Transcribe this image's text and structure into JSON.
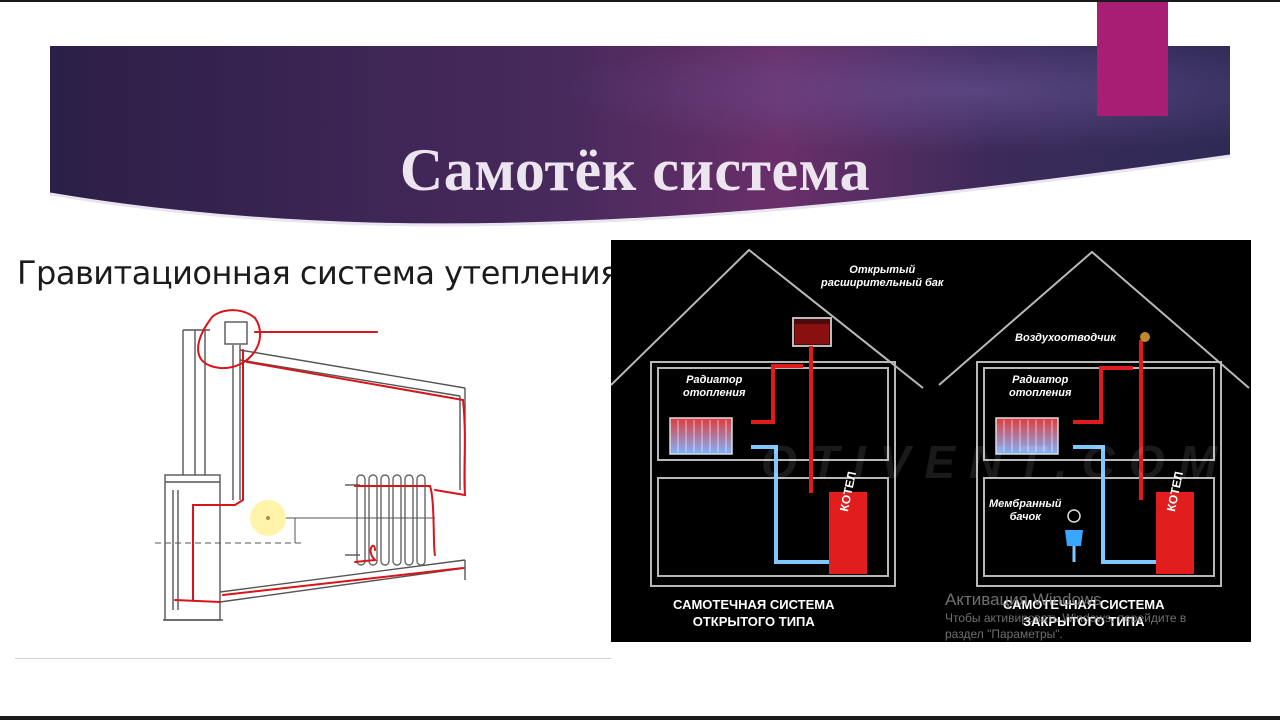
{
  "slide": {
    "title": "Самотёк система",
    "colors": {
      "banner_dark": "#2a1e46",
      "banner_mid": "#5e2d67",
      "accent": "#a71e74",
      "title_text": "#ece4ee"
    }
  },
  "left_image": {
    "caption": "Гравитационная система утепления"
  },
  "right_image": {
    "labels": {
      "expansion_tank": "Открытый\nрасширительный бак",
      "radiator_left": "Радиатор\nотопления",
      "air_vent": "Воздухоотводчик",
      "radiator_right": "Радиатор\nотопления",
      "membrane_tank": "Мембранный\nбачок",
      "boiler_left": "КОТЕЛ",
      "boiler_right": "КОТЕЛ"
    },
    "watermark": "OTIVENT.COM",
    "captions": {
      "open_type": "САМОТЕЧНАЯ СИСТЕМА\nОТКРЫТОГО ТИПА",
      "closed_type": "САМОТЕЧНАЯ СИСТЕМА\nЗАКРЫТОГО ТИПА"
    }
  },
  "activation_notice": {
    "title": "Активация Windows",
    "line1": "Чтобы активировать Windows, перейдите в",
    "line2": "раздел \"Параметры\"."
  }
}
